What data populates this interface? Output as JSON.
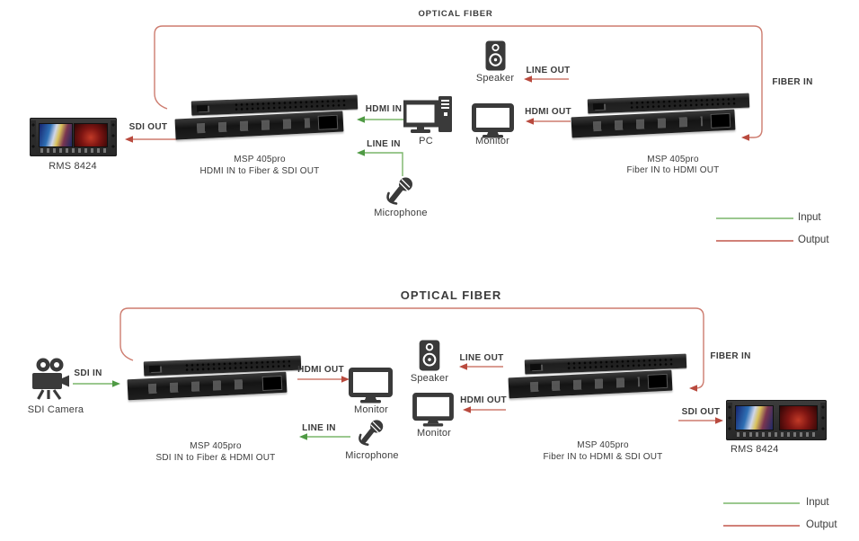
{
  "colors": {
    "input_green": "#5fa854",
    "output_red": "#c2574b",
    "fiber_line": "#cd7c6f",
    "text": "#3b3b3b"
  },
  "legend": {
    "input": "Input",
    "output": "Output"
  },
  "top": {
    "optical_fiber": "OPTICAL FIBER",
    "fiber_in": "FIBER IN",
    "sdi_out": "SDI OUT",
    "hdmi_in": "HDMI IN",
    "line_in": "LINE IN",
    "line_out": "LINE OUT",
    "hdmi_out": "HDMI OUT",
    "rms": "RMS 8424",
    "pc": "PC",
    "speaker": "Speaker",
    "monitor": "Monitor",
    "microphone": "Microphone",
    "msp_left": {
      "name": "MSP 405pro",
      "desc": "HDMI IN to Fiber & SDI OUT"
    },
    "msp_right": {
      "name": "MSP 405pro",
      "desc": "Fiber IN to HDMI OUT"
    }
  },
  "bottom": {
    "optical_fiber": "OPTICAL FIBER",
    "fiber_in": "FIBER IN",
    "sdi_in": "SDI IN",
    "sdi_out": "SDI OUT",
    "hdmi_out_left": "HDMI OUT",
    "hdmi_out_right": "HDMI OUT",
    "line_in": "LINE IN",
    "line_out": "LINE OUT",
    "sdi_camera": "SDI Camera",
    "speaker": "Speaker",
    "monitor_left": "Monitor",
    "monitor_right": "Monitor",
    "microphone": "Microphone",
    "rms": "RMS 8424",
    "msp_left": {
      "name": "MSP 405pro",
      "desc": "SDI IN to Fiber & HDMI OUT"
    },
    "msp_right": {
      "name": "MSP 405pro",
      "desc": "Fiber IN to HDMI & SDI OUT"
    }
  }
}
